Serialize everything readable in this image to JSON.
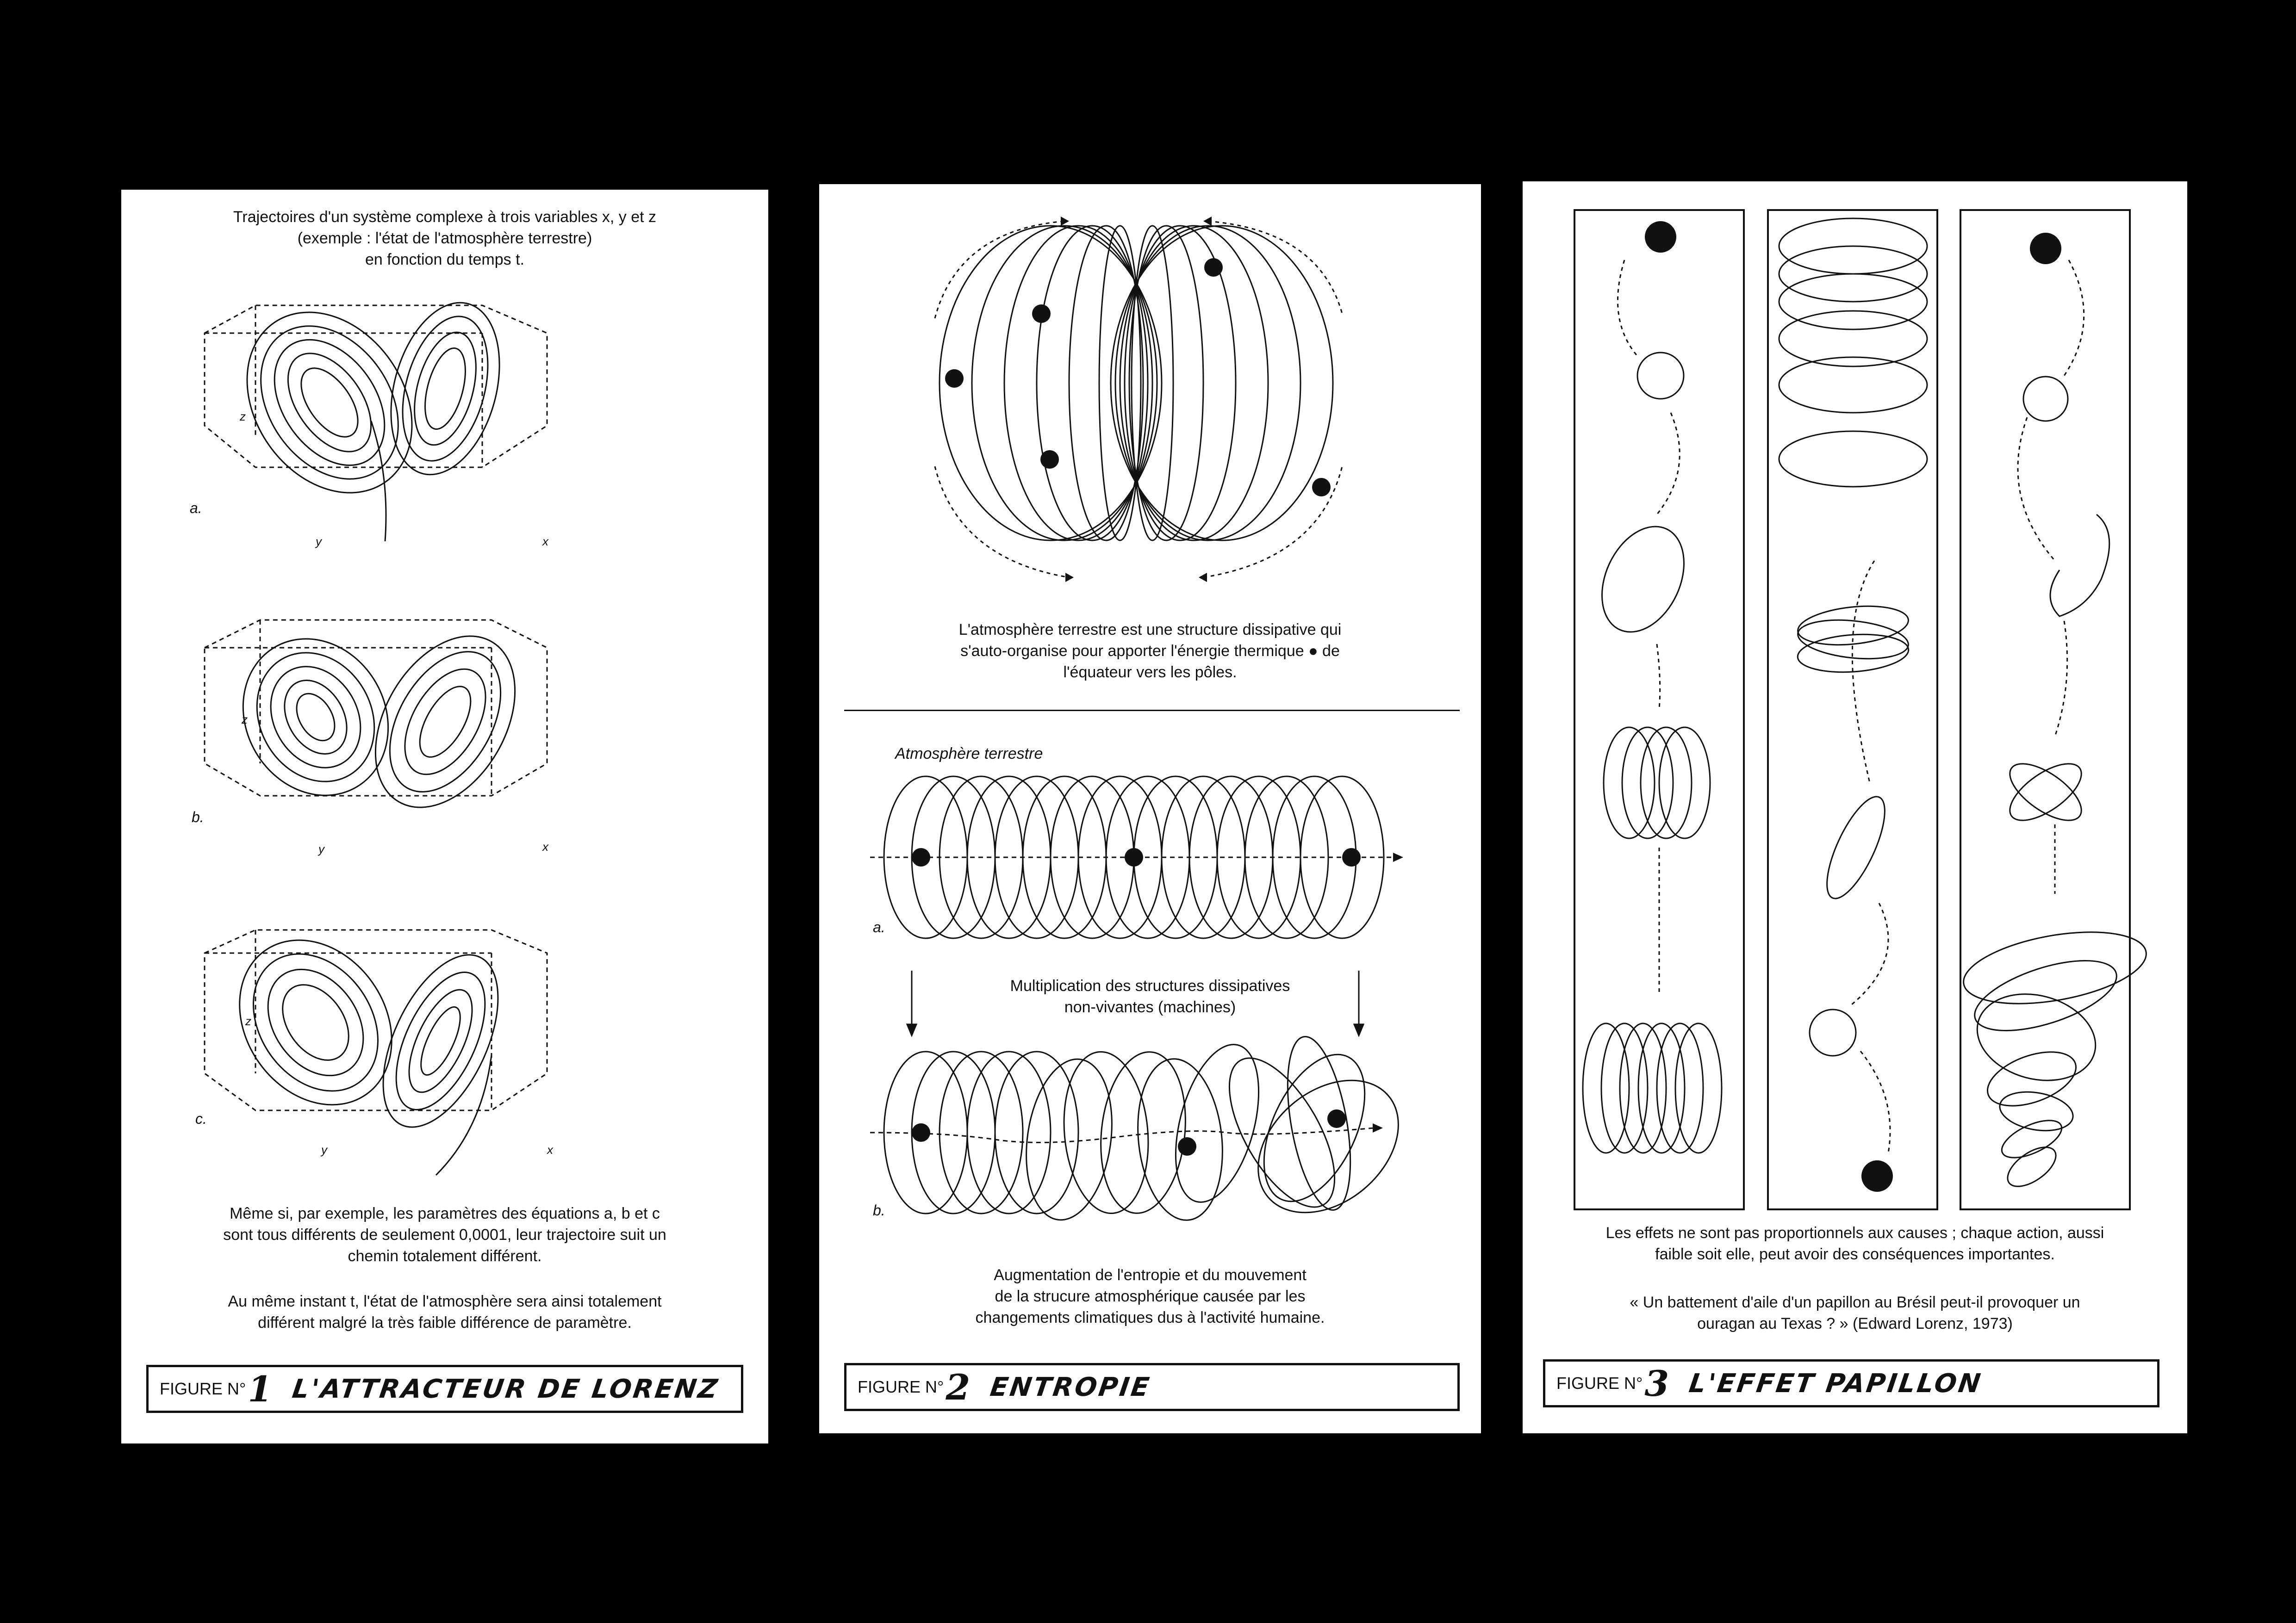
{
  "cards": [
    {
      "intro": "Trajectoires d'un système complexe à trois variables x, y et z\n(exemple : l'état de l'atmosphère terrestre)\nen fonction du temps t.",
      "panels": [
        "a.",
        "b.",
        "c."
      ],
      "axes": {
        "x": "x",
        "y": "y",
        "z": "z"
      },
      "body1": "Même si, par exemple, les paramètres des équations a, b et c\nsont tous différents de seulement 0,0001, leur trajectoire suit un\nchemin totalement différent.",
      "body2": "Au même instant t, l'état de l'atmosphère sera ainsi totalement\ndifférent malgré la très faible différence de paramètre.",
      "figure_label": "FIGURE N°",
      "figure_number": "1",
      "figure_title": "L'ATTRACTEUR DE LORENZ"
    },
    {
      "top_text": "L'atmosphère terrestre est une structure dissipative qui\ns'auto-organise pour apporter l'énergie thermique ● de\nl'équateur vers les pôles.",
      "atmo_label": "Atmosphère terrestre",
      "panels": [
        "a.",
        "b."
      ],
      "multiplication": "Multiplication des structures dissipatives\nnon-vivantes (machines)",
      "bottom_text": "Augmentation de l'entropie et du mouvement\nde la strucure atmosphérique causée par les\nchangements climatiques dus à l'activité humaine.",
      "figure_label": "FIGURE N°",
      "figure_number": "2",
      "figure_title": "ENTROPIE"
    },
    {
      "text1": "Les effets ne sont pas proportionnels aux causes ; chaque action, aussi\nfaible soit elle, peut avoir des conséquences importantes.",
      "text2": "« Un battement d'aile d'un papillon au Brésil peut-il provoquer un\nouragan au Texas ? » (Edward Lorenz, 1973)",
      "figure_label": "FIGURE N°",
      "figure_number": "3",
      "figure_title": "L'EFFET PAPILLON"
    }
  ],
  "colors": {
    "background": "#000000",
    "card": "#ffffff",
    "ink": "#111111"
  }
}
